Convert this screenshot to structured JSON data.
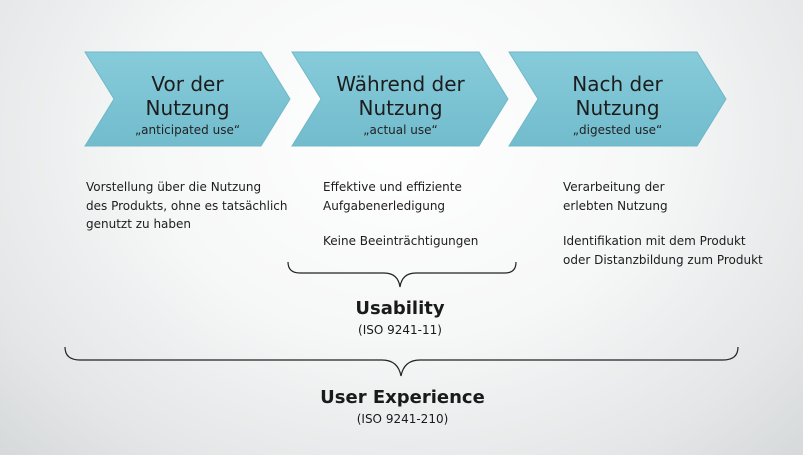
{
  "phases": [
    {
      "title_line1": "Vor der",
      "title_line2": "Nutzung",
      "subtitle": "„anticipated use“",
      "description": [
        "Vorstellung über die Nutzung",
        "des Produkts, ohne es tatsächlich",
        "genutzt zu haben"
      ]
    },
    {
      "title_line1": "Während der",
      "title_line2": "Nutzung",
      "subtitle": "„actual use“",
      "description": [
        "Effektive und effiziente",
        "Aufgabenerledigung"
      ],
      "description2": [
        "Keine Beeinträchtigungen"
      ]
    },
    {
      "title_line1": "Nach der",
      "title_line2": "Nutzung",
      "subtitle": "„digested use“",
      "description": [
        "Verarbeitung der",
        "erlebten Nutzung"
      ],
      "description2": [
        "Identifikation mit dem Produkt",
        "oder Distanzbildung zum Produkt"
      ]
    }
  ],
  "usability": {
    "title": "Usability",
    "standard": "(ISO 9241-11)"
  },
  "user_experience": {
    "title": "User Experience",
    "standard": "(ISO 9241-210)"
  },
  "colors": {
    "chevron_fill": "#7cc4d4",
    "chevron_edge": "#5aaebf",
    "brace_stroke": "#222222"
  }
}
